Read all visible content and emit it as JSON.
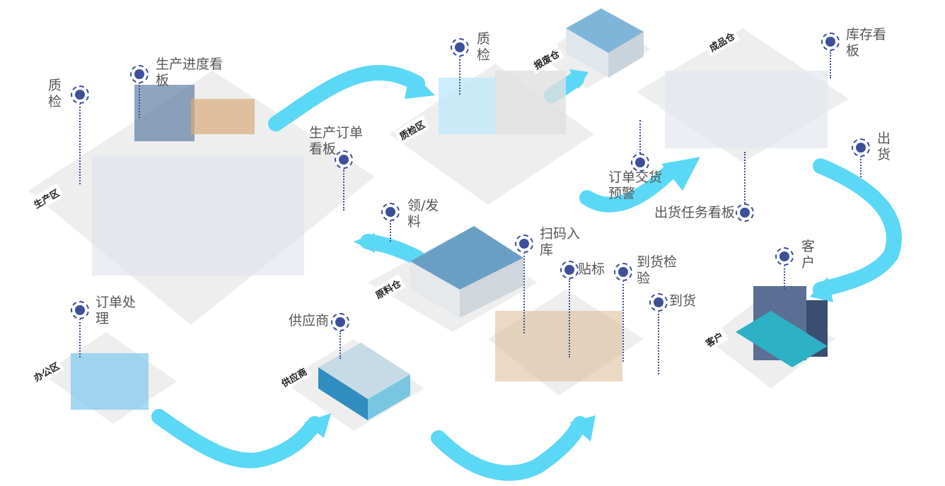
{
  "colors": {
    "flow": "#5ad8f5",
    "marker": "#3d4f9a",
    "platform": "#ececec",
    "accent": "#2a9fd6"
  },
  "zones": {
    "production": "生产区",
    "qc_area": "质检区",
    "scrap": "报废仓",
    "finished": "成品仓",
    "raw": "原料仓",
    "office": "办公区",
    "supplier": "供应商",
    "customer": "客户"
  },
  "markers": {
    "qc_left": [
      "质",
      "检"
    ],
    "progress_board": [
      "生产进度看",
      "板"
    ],
    "order_board": [
      "生产订单",
      "看板"
    ],
    "qc_top": [
      "质",
      "检"
    ],
    "inventory_board": [
      "库存看",
      "板"
    ],
    "delivery_warning": [
      "订单交货",
      "预警"
    ],
    "shipping_board": [
      "出货任务看板"
    ],
    "ship": [
      "出",
      "货"
    ],
    "customer": [
      "客",
      "户"
    ],
    "material": [
      "领/发",
      "料"
    ],
    "scan_in": [
      "扫码入",
      "库"
    ],
    "label": [
      "贴标"
    ],
    "arrival_check": [
      "到货检",
      "验"
    ],
    "arrival": [
      "到货"
    ],
    "order_process": [
      "订单处",
      "理"
    ],
    "supplier": [
      "供应商"
    ]
  }
}
